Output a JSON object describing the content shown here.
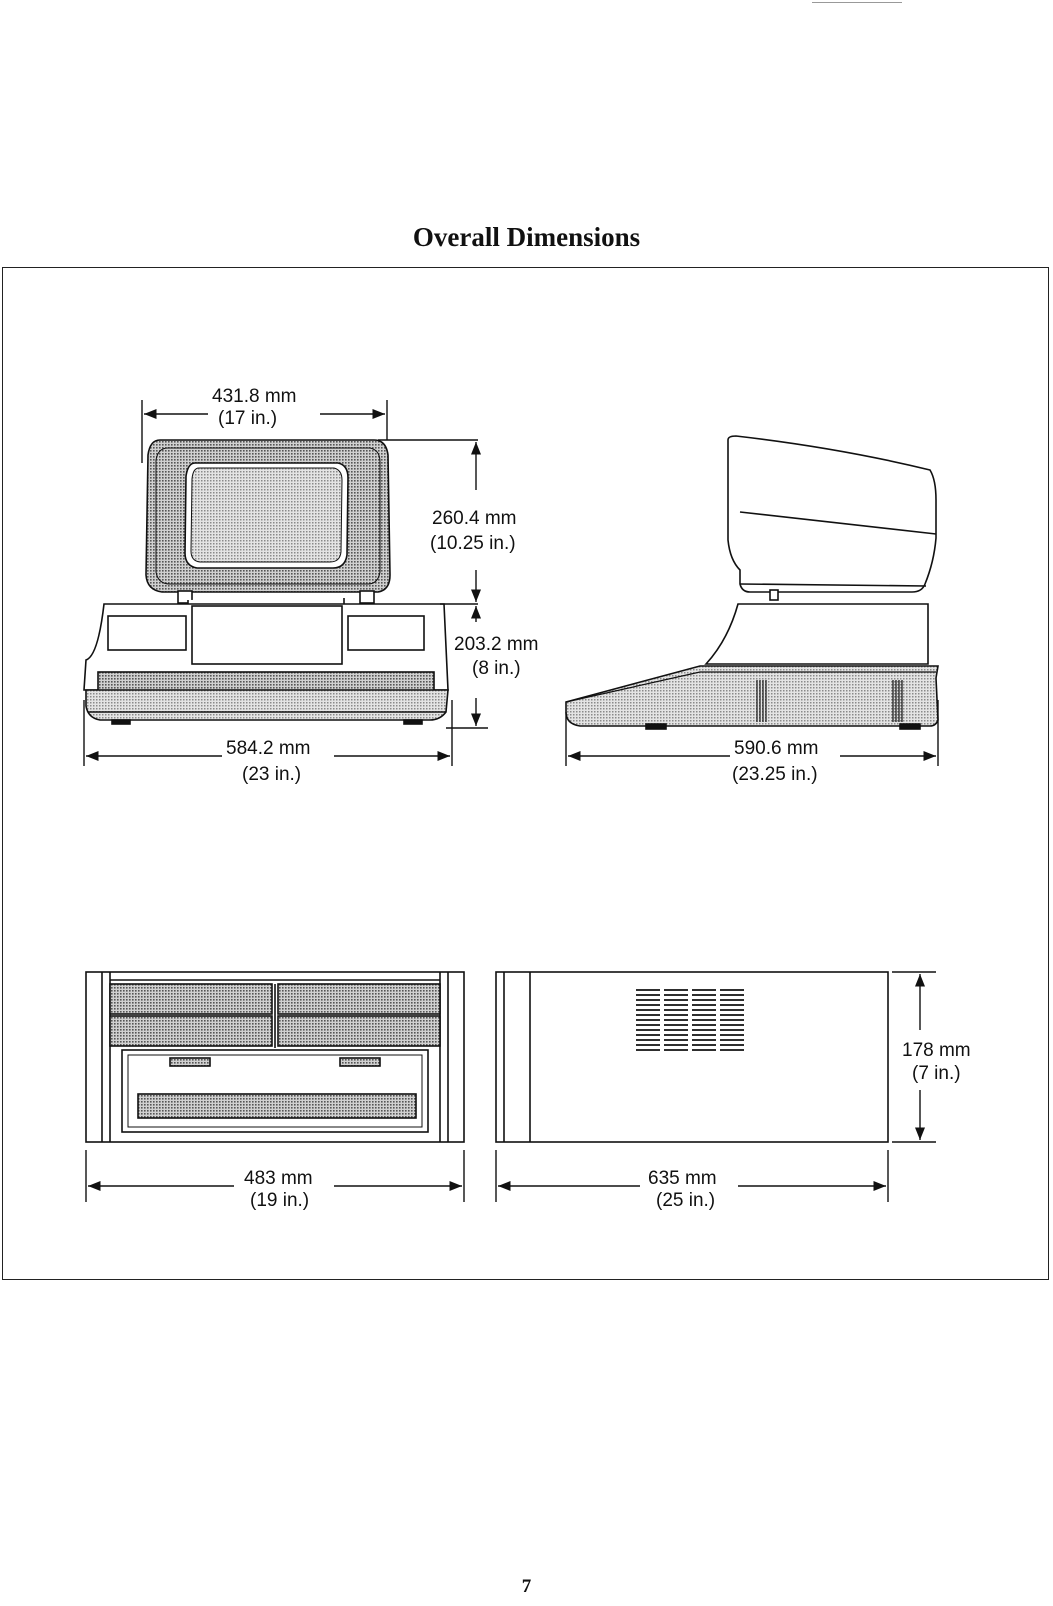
{
  "page": {
    "title": "Overall Dimensions",
    "page_number": "7"
  },
  "dimensions": {
    "front_width": {
      "mm": "431.8 mm",
      "in": "(17 in.)"
    },
    "monitor_height": {
      "mm": "260.4 mm",
      "in": "(10.25 in.)"
    },
    "base_height": {
      "mm": "203.2 mm",
      "in": "(8 in.)"
    },
    "base_width": {
      "mm": "584.2 mm",
      "in": "(23 in.)"
    },
    "side_depth": {
      "mm": "590.6 mm",
      "in": "(23.25 in.)"
    },
    "unit_width": {
      "mm": "483 mm",
      "in": "(19 in.)"
    },
    "unit_depth": {
      "mm": "635 mm",
      "in": "(25 in.)"
    },
    "unit_height": {
      "mm": "178 mm",
      "in": "(7 in.)"
    }
  },
  "colors": {
    "ink": "#111111",
    "shade": "#cfcfcf"
  }
}
